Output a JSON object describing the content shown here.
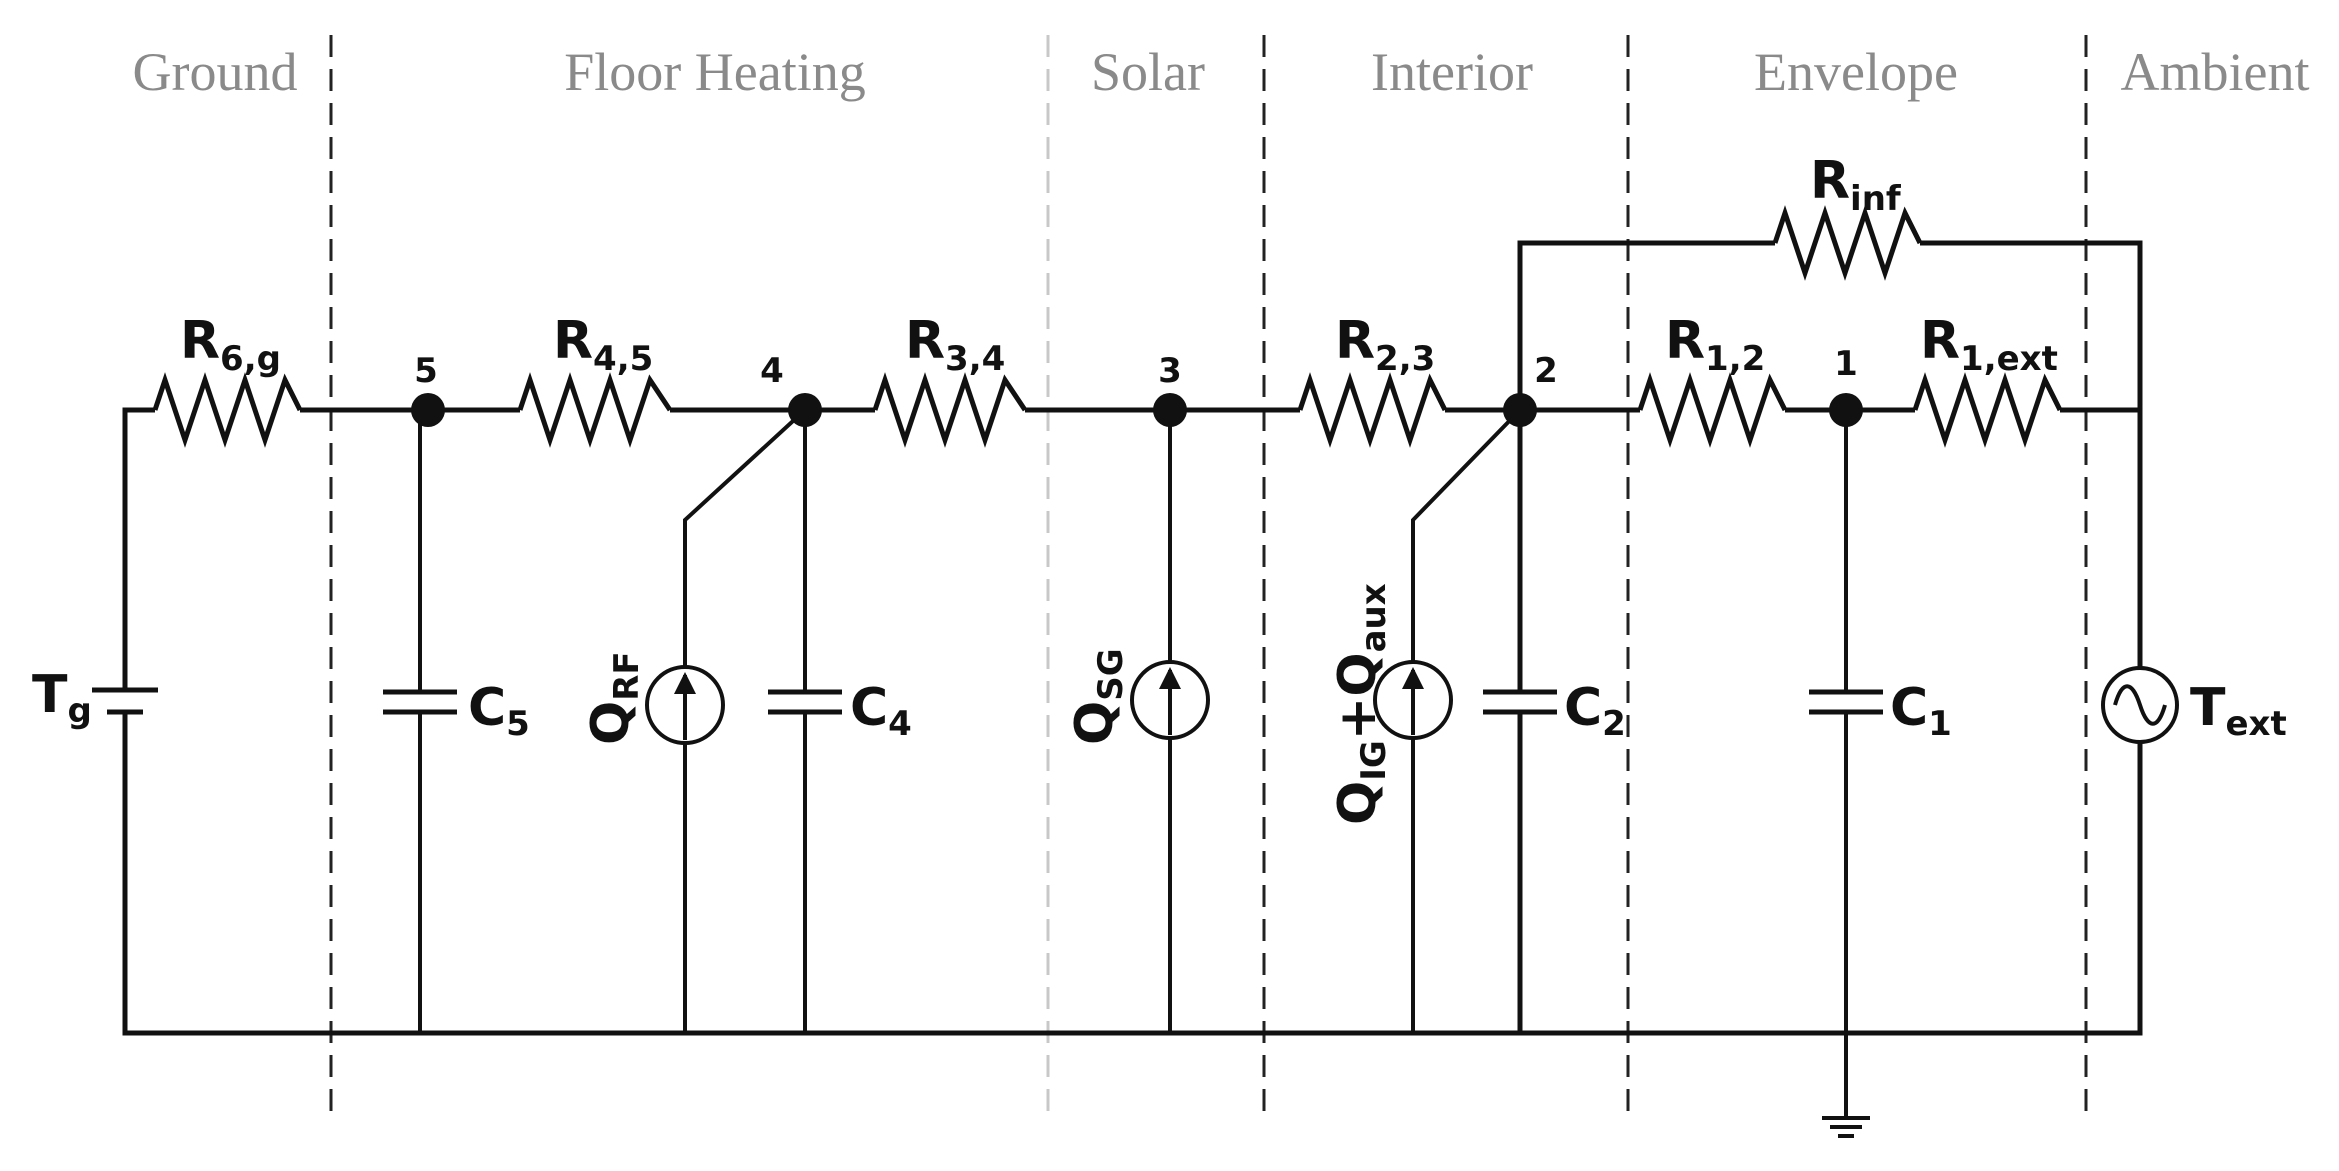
{
  "zones": {
    "ground": "Ground",
    "floor_heating": "Floor Heating",
    "solar": "Solar",
    "interior": "Interior",
    "envelope": "Envelope",
    "ambient": "Ambient"
  },
  "resistors": {
    "r6g": {
      "main": "R",
      "sub": "6,g"
    },
    "r45": {
      "main": "R",
      "sub": "4,5"
    },
    "r34": {
      "main": "R",
      "sub": "3,4"
    },
    "r23": {
      "main": "R",
      "sub": "2,3"
    },
    "r12": {
      "main": "R",
      "sub": "1,2"
    },
    "r1ext": {
      "main": "R",
      "sub": "1,ext"
    },
    "rinf": {
      "main": "R",
      "sub": "inf"
    }
  },
  "capacitors": {
    "c5": {
      "main": "C",
      "sub": "5"
    },
    "c4": {
      "main": "C",
      "sub": "4"
    },
    "c2": {
      "main": "C",
      "sub": "2"
    },
    "c1": {
      "main": "C",
      "sub": "1"
    }
  },
  "sources": {
    "tg": {
      "main": "T",
      "sub": "g"
    },
    "text": {
      "main": "T",
      "sub": "ext"
    },
    "qrf": {
      "main": "Q",
      "sub": "RF"
    },
    "qsg": {
      "main": "Q",
      "sub": "SG"
    },
    "qig": {
      "main": "Q",
      "sub": "IG",
      "plus": "+",
      "main2": "Q",
      "sub2": "aux"
    }
  },
  "nodes": [
    "1",
    "2",
    "3",
    "4",
    "5"
  ]
}
